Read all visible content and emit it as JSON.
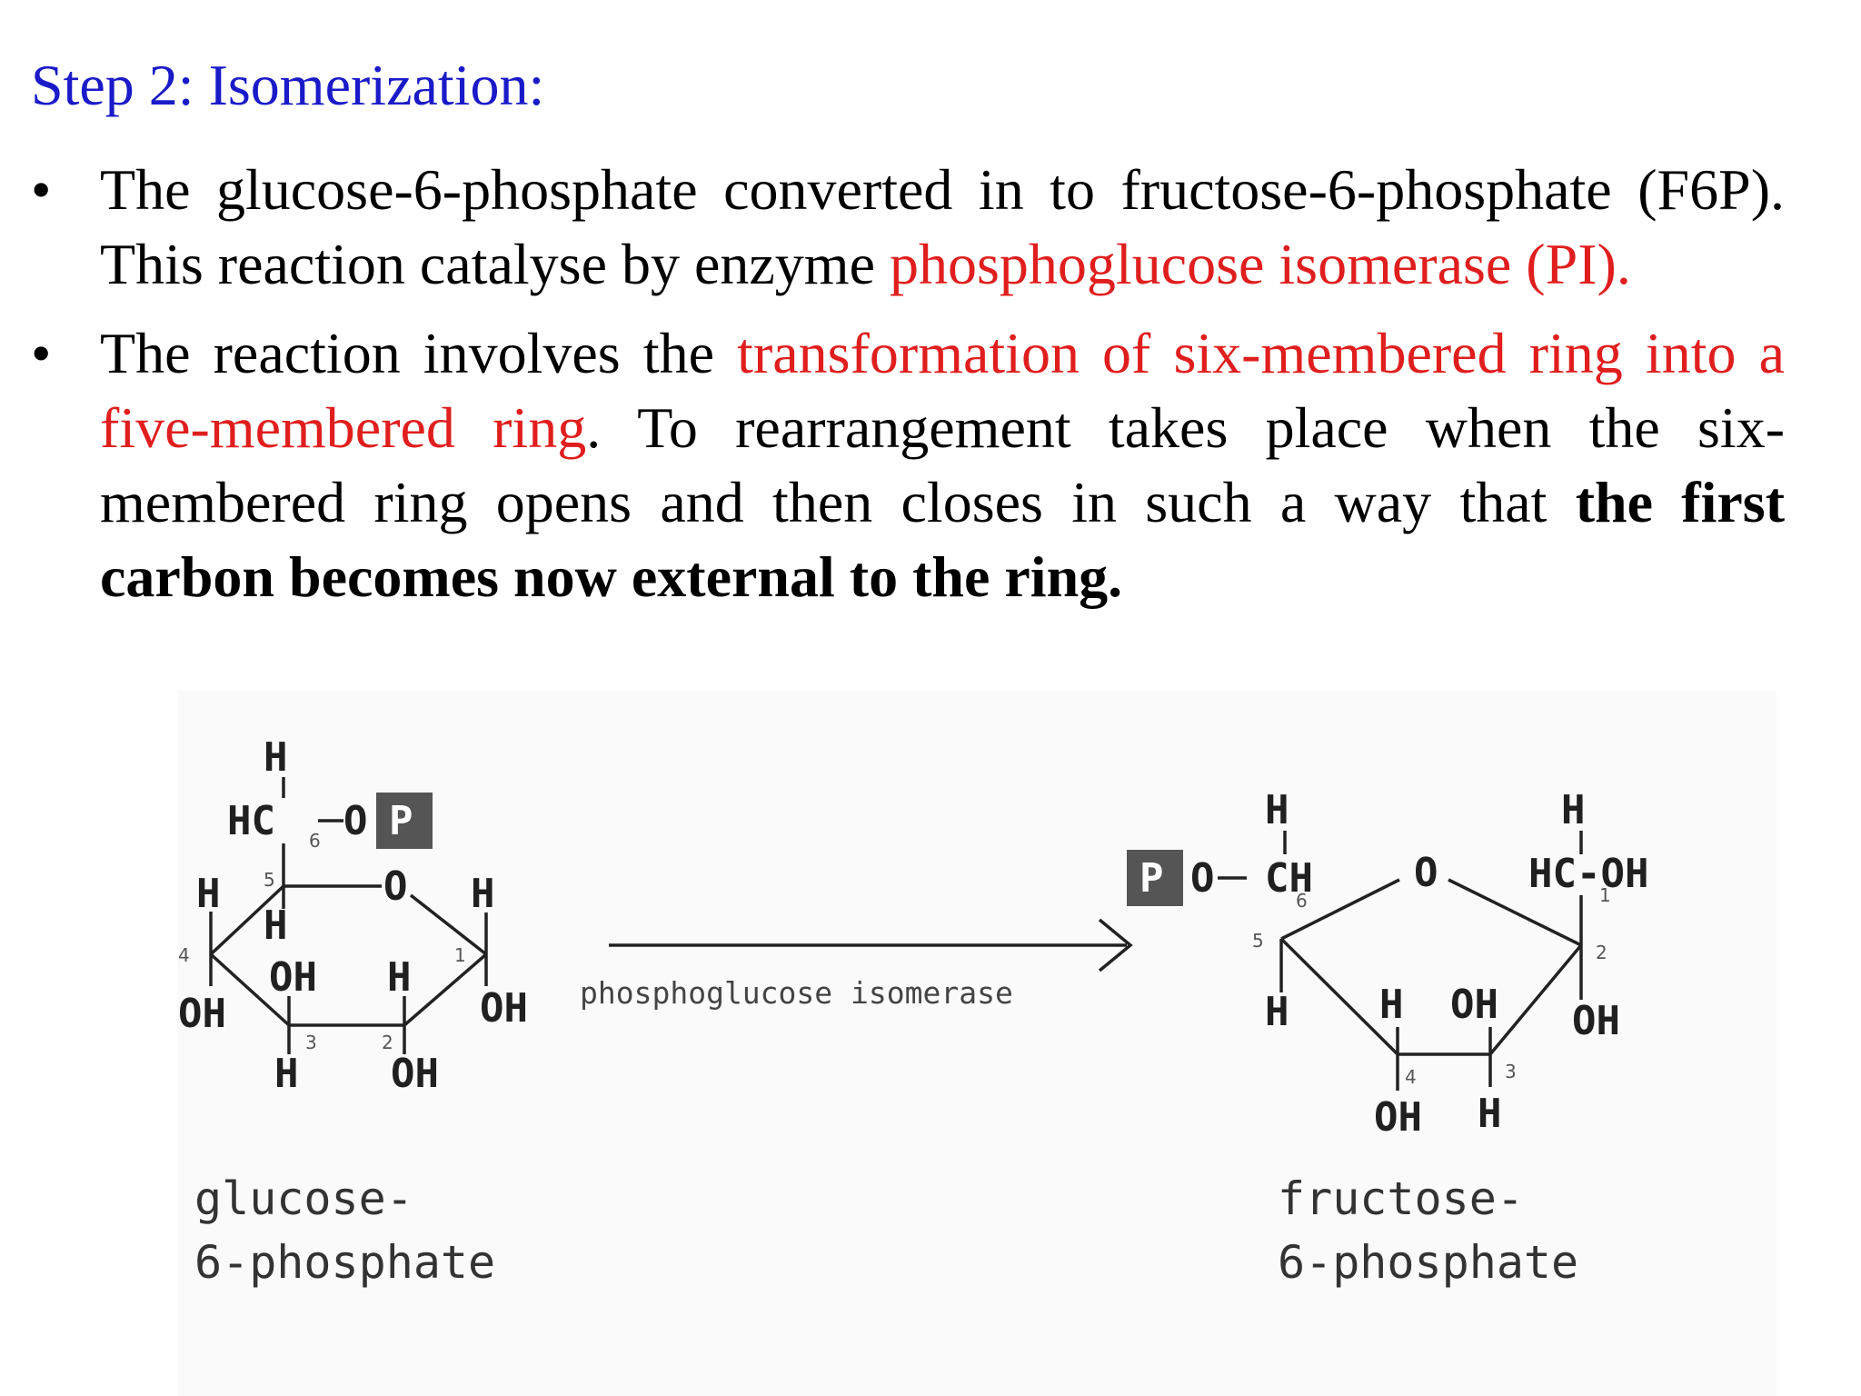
{
  "slide": {
    "title": "Step 2: Isomerization:",
    "bullet_char": "•",
    "bullet1": {
      "text_a": "The glucose-6-phosphate converted in to fructose-6-phosphate (F6P). This reaction catalyse by enzyme ",
      "text_red": "phosphoglucose isomerase (PI)."
    },
    "bullet2": {
      "text_a": "The reaction involves the ",
      "text_red": "transformation of six-membered ring into a five-membered ring",
      "text_b": ". To rearrangement takes place when the six-membered ring opens and then closes in such a way that ",
      "text_bold": "the first carbon becomes now external to the ring."
    },
    "colors": {
      "title": "#1a1ac8",
      "highlight": "#e01e1e"
    }
  },
  "diagram": {
    "enzyme_label": "phosphoglucose isomerase",
    "glucose": {
      "caption_line1": "glucose-",
      "caption_line2": "6-phosphate",
      "phosphate": "P",
      "labels": {
        "h_top": "H",
        "hc": "HC",
        "o_link": "O",
        "ring_o": "O",
        "h_c1_top": "H",
        "oh_c1": "OH",
        "h_c4": "H",
        "oh_c4": "OH",
        "h_c5_down": "H",
        "oh_c3": "OH",
        "h_c2": "H",
        "h_c3": "H",
        "oh_c2": "OH"
      },
      "numbers": {
        "n1": "1",
        "n2": "2",
        "n3": "3",
        "n4": "4",
        "n5": "5",
        "n6": "6"
      }
    },
    "fructose": {
      "caption_line1": "fructose-",
      "caption_line2": "6-phosphate",
      "phosphate": "P",
      "labels": {
        "o_link": "O",
        "h_c6": "H",
        "ch": "CH",
        "ring_o": "O",
        "h_c1": "H",
        "hc_oh": "HC-OH",
        "h_c5": "H",
        "h_c4": "H",
        "oh_c3": "OH",
        "oh_c2": "OH",
        "oh_c4": "OH",
        "h_c3": "H"
      },
      "numbers": {
        "n1": "1",
        "n2": "2",
        "n3": "3",
        "n4": "4",
        "n5": "5",
        "n6": "6"
      }
    }
  }
}
